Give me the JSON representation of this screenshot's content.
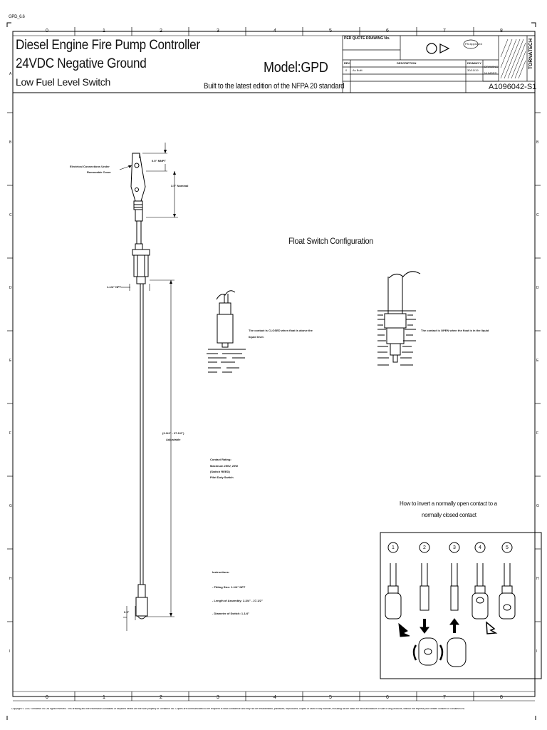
{
  "sheet_id": "GPD_6.6",
  "zone_columns": [
    "0",
    "1",
    "2",
    "3",
    "4",
    "5",
    "6",
    "7",
    "8"
  ],
  "zone_rows": [
    "A",
    "B",
    "C",
    "D",
    "E",
    "F",
    "G",
    "H",
    "I"
  ],
  "title": {
    "line1": "Diesel Engine Fire Pump Controller",
    "line2": "24VDC Negative Ground",
    "line3": "Low Fuel Level Switch",
    "model": "Model:GPD",
    "standard": "Built to the latest edition of the NFPA 20 standard"
  },
  "title_block": {
    "per_quote": "PER QUOTE DRAWING No.",
    "approval_badge": "FM Approved",
    "rev_header": "REV.",
    "desc_header": "DESCRIPTION",
    "date_header": "DD/MM/YY",
    "rev_value": "0",
    "desc_value": "As Built",
    "date_value": "30/10/19",
    "drawing_label": "DRAWING",
    "number_label": "NUMBER",
    "drawing_number": "A1096042-S1",
    "brand": "TORNATECH"
  },
  "labels": {
    "electrical": "Electrical Connections Under",
    "removable": "Removable Cover",
    "npt_05": "0.5\" MNPT",
    "nominal": "3.5\" Nominal",
    "npt_114": "1-1/4\" NPT",
    "range": "(2-3/4\" - 27-1/2\")",
    "adjustable": "Adjustable",
    "dim_05": "0.5\"",
    "float_title": "Float Switch Configuration",
    "closed_1": "The contact is CLOSED when float is above the",
    "closed_2": "liquid level.",
    "open_1": "The contact is OPEN when the float is in the liquid",
    "contact_rating": "Contact Rating:",
    "max_rating": "Maximum 250V, 20W",
    "reed": "(Switch REED)",
    "pilot": "Pilot Duty Switch",
    "instructions": "Instructions:",
    "fitting": "- Fitting Size: 1-1/4\" NPT",
    "length": "- Length of Assembly: 2-3/4\" - 27-1/2\"",
    "diameter": "- Diameter of Switch: 1-1/4\"",
    "invert_1": "How to invert a normally open contact to a",
    "invert_2": "normally closed contact",
    "steps": [
      "1",
      "2",
      "3",
      "4",
      "5"
    ]
  },
  "copyright": "Copyright © 2020 Tornatech Inc. All rights reserved. This drawing and the information contained or depicted herein are the sole property of Tornatech Inc. Copies are communicated to the recipient in strict confidence and may not be retransmitted, published, reproduced, copied or used in any manner, including as the basis for the manufacture or sale of any products, without the express prior written consent of Tornatech Inc."
}
